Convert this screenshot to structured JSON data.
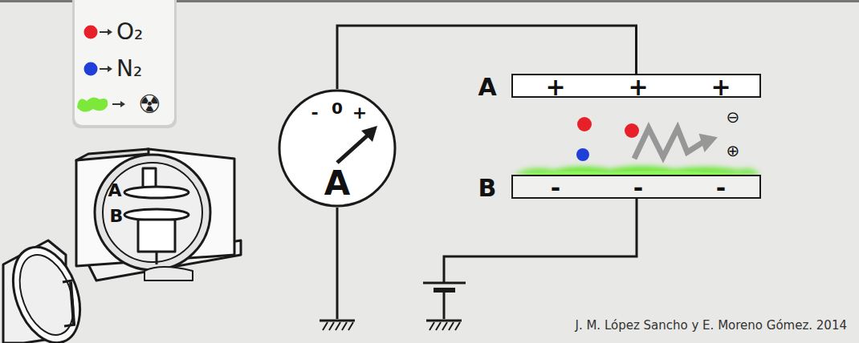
{
  "diagram": {
    "nodes": [
      {
        "text": [
          "-",
          "0",
          "+",
          "A"
        ]
      },
      {
        "text": [
          "A",
          "+",
          "+",
          "+"
        ]
      },
      {
        "text": [
          "B",
          "-",
          "-",
          "-"
        ]
      }
    ],
    "edges": [
      {
        "from": 0,
        "to": 1,
        "arrow": "none"
      }
    ],
    "labels": [
      "A",
      "B",
      "⊖",
      "⊕",
      "J. M. López Sancho y E. Moreno Gómez. 2014"
    ],
    "legend": [
      {
        "text": "O₂",
        "color": "#e8202a"
      },
      {
        "text": "N₂",
        "color": "#1f3fd8"
      },
      {
        "text": "☢",
        "color": "#7be83a"
      }
    ]
  }
}
